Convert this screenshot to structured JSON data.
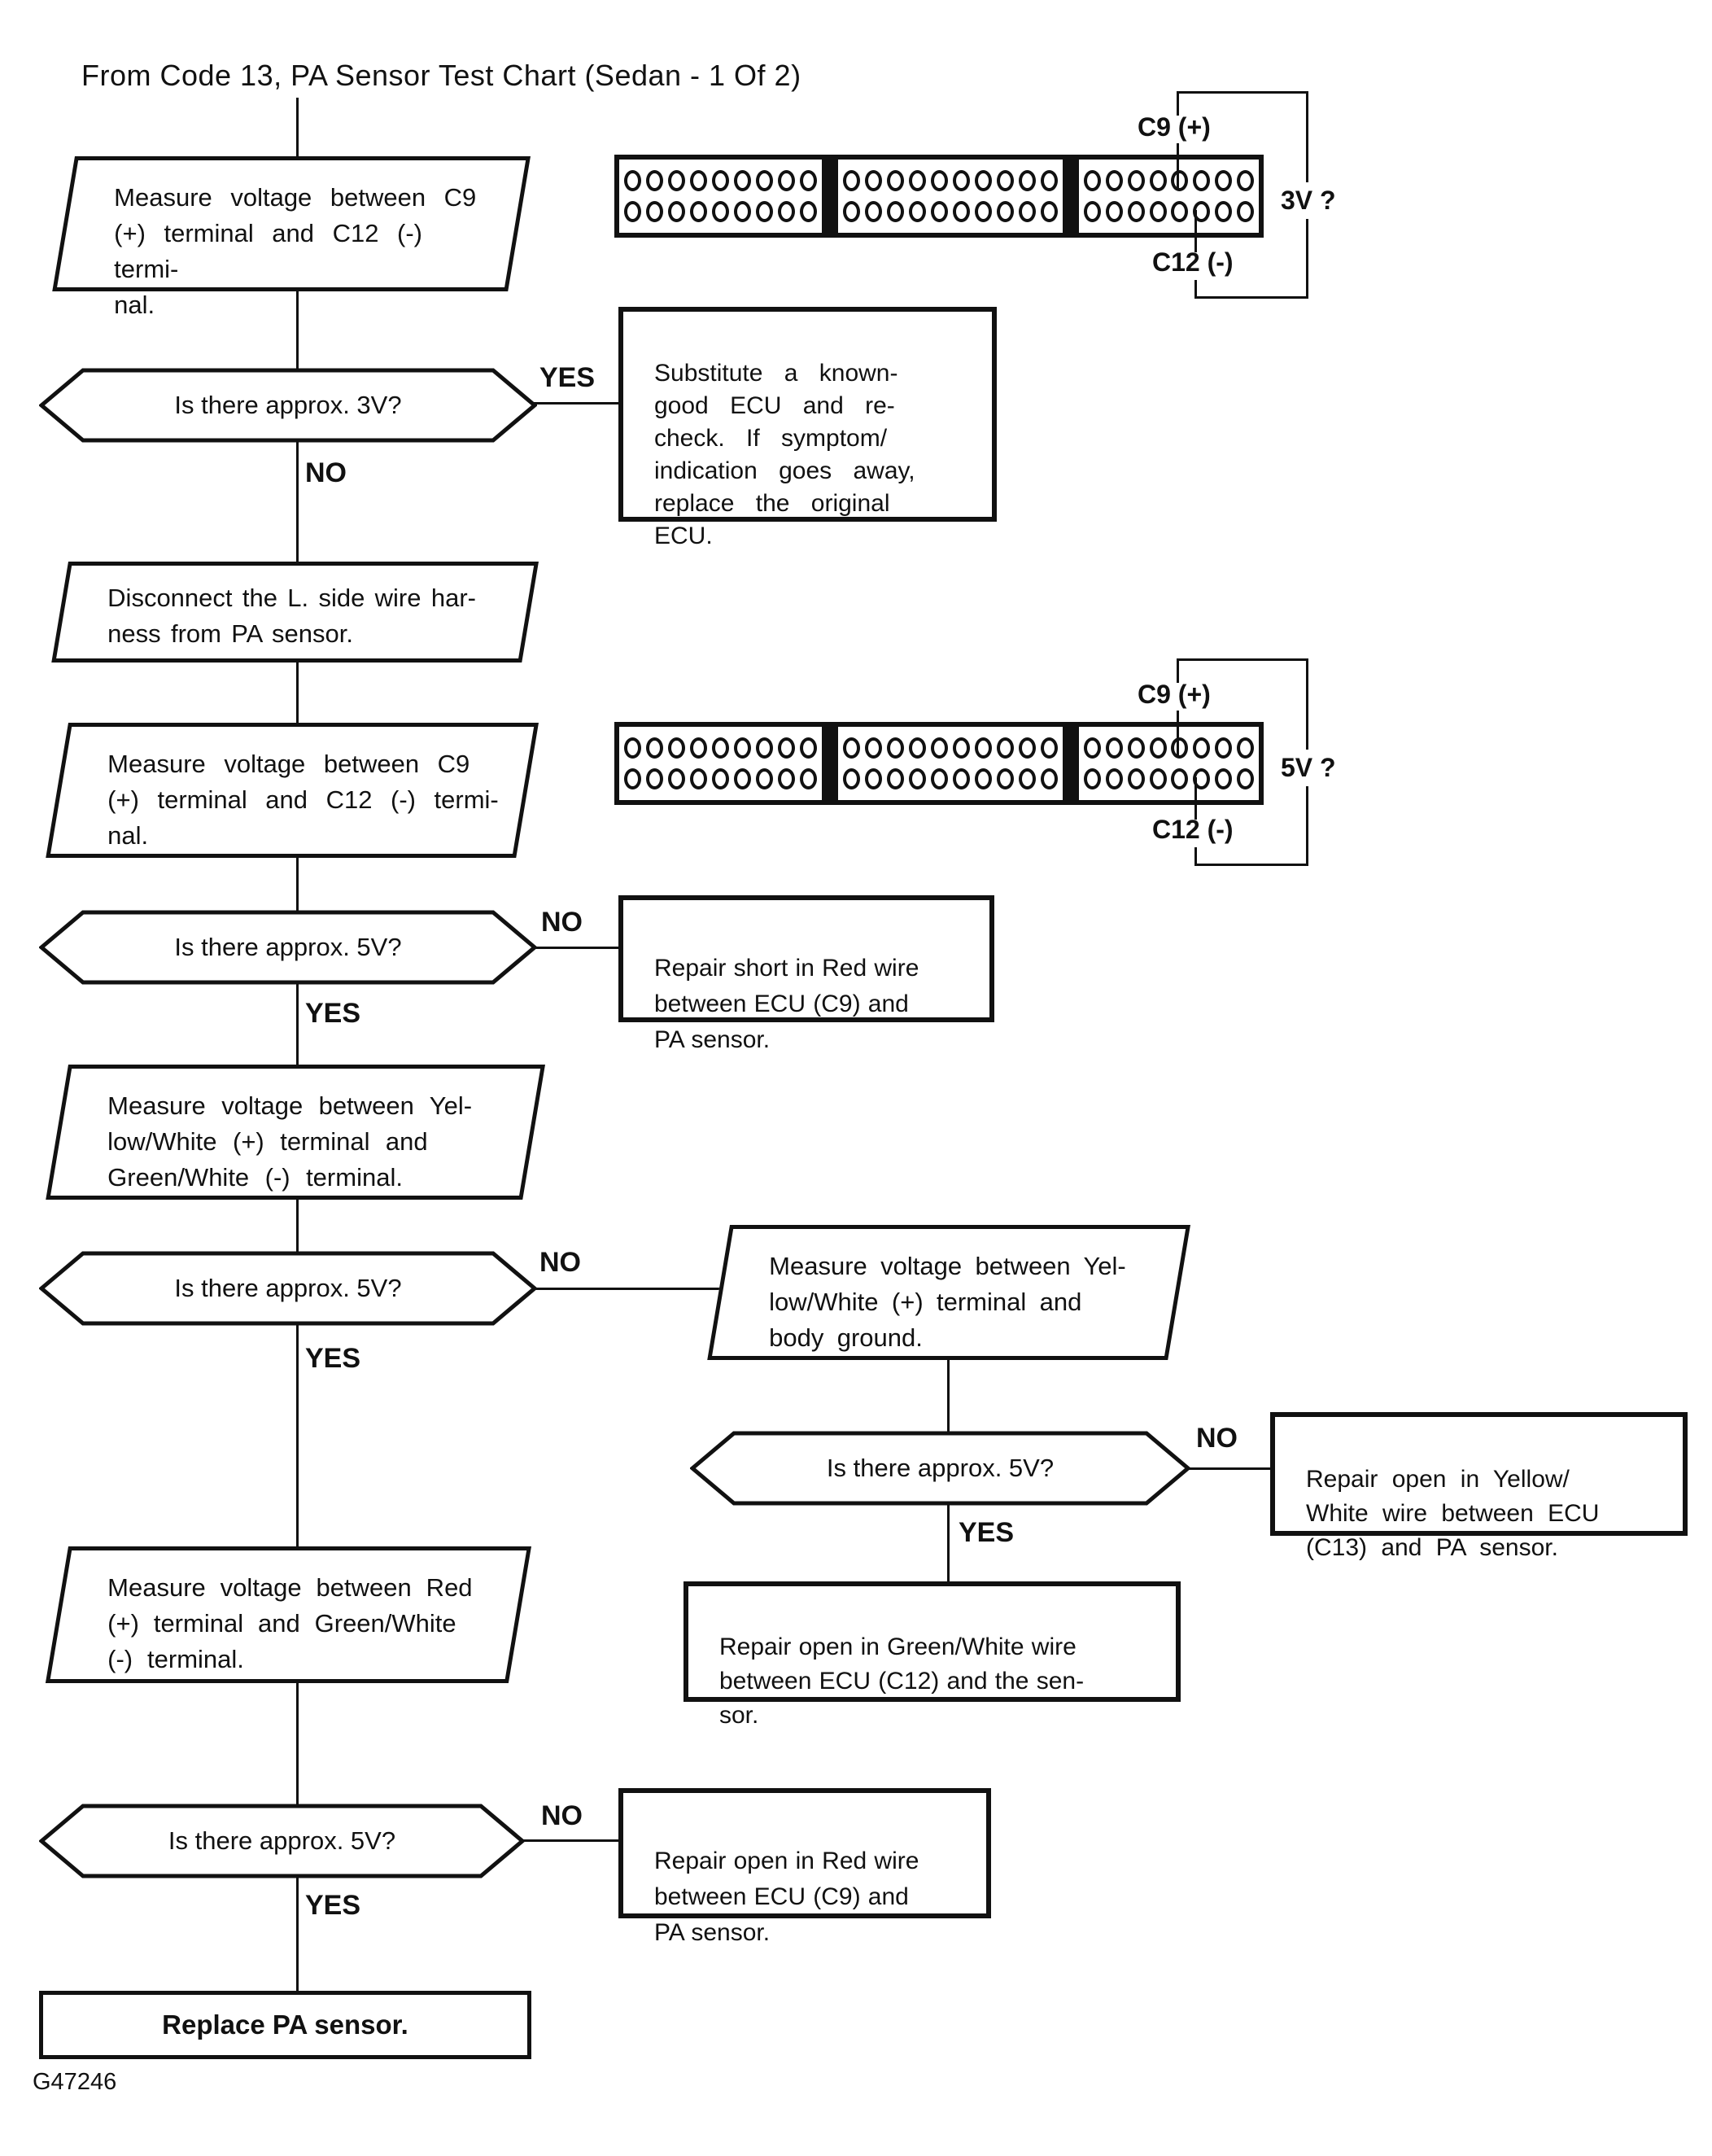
{
  "title": "From Code 13, PA Sensor Test Chart (Sedan - 1 Of 2)",
  "figure_code": "G47246",
  "colors": {
    "ink": "#111111",
    "paper": "#ffffff"
  },
  "branch_labels": {
    "yes": "YES",
    "no": "NO"
  },
  "connectors": [
    {
      "key": "c1",
      "pin_top": "C9 (+)",
      "pin_bottom": "C12 (-)",
      "question": "3V ?",
      "rows": 2,
      "blocks": [
        9,
        10,
        8
      ]
    },
    {
      "key": "c2",
      "pin_top": "C9 (+)",
      "pin_bottom": "C12 (-)",
      "question": "5V ?",
      "rows": 2,
      "blocks": [
        9,
        10,
        8
      ]
    }
  ],
  "nodes": {
    "measure_c9_c12_1": "Measure voltage between C9\n(+) terminal and C12 (-) termi-\nnal.",
    "is_3v": "Is there approx. 3V?",
    "substitute_ecu": "Substitute a known-\ngood ECU and re-\ncheck. If symptom/\nindication goes away,\nreplace the original\nECU.",
    "disconnect_harness": "Disconnect the L. side wire har-\nness from PA sensor.",
    "measure_c9_c12_2": "Measure voltage between C9\n(+) terminal and C12 (-) termi-\nnal.",
    "is_5v_1": "Is there approx. 5V?",
    "repair_short_red": "Repair short in Red wire\nbetween ECU (C9) and\nPA sensor.",
    "measure_yw_gw": "Measure voltage between Yel-\nlow/White (+) terminal and\nGreen/White (-) terminal.",
    "is_5v_2": "Is there approx. 5V?",
    "measure_yw_ground": "Measure voltage between Yel-\nlow/White (+) terminal and\nbody ground.",
    "is_5v_3": "Is there approx. 5V?",
    "repair_open_yw": "Repair open in Yellow/\nWhite wire between ECU\n(C13) and PA sensor.",
    "repair_open_gw": "Repair open in Green/White wire\nbetween ECU (C12) and the sen-\nsor.",
    "measure_red_gw": "Measure voltage between Red\n(+) terminal and Green/White\n(-) terminal.",
    "is_5v_4": "Is there approx. 5V?",
    "repair_open_red": "Repair open in Red wire\nbetween ECU (C9) and\nPA sensor.",
    "replace_pa_sensor": "Replace PA sensor."
  }
}
